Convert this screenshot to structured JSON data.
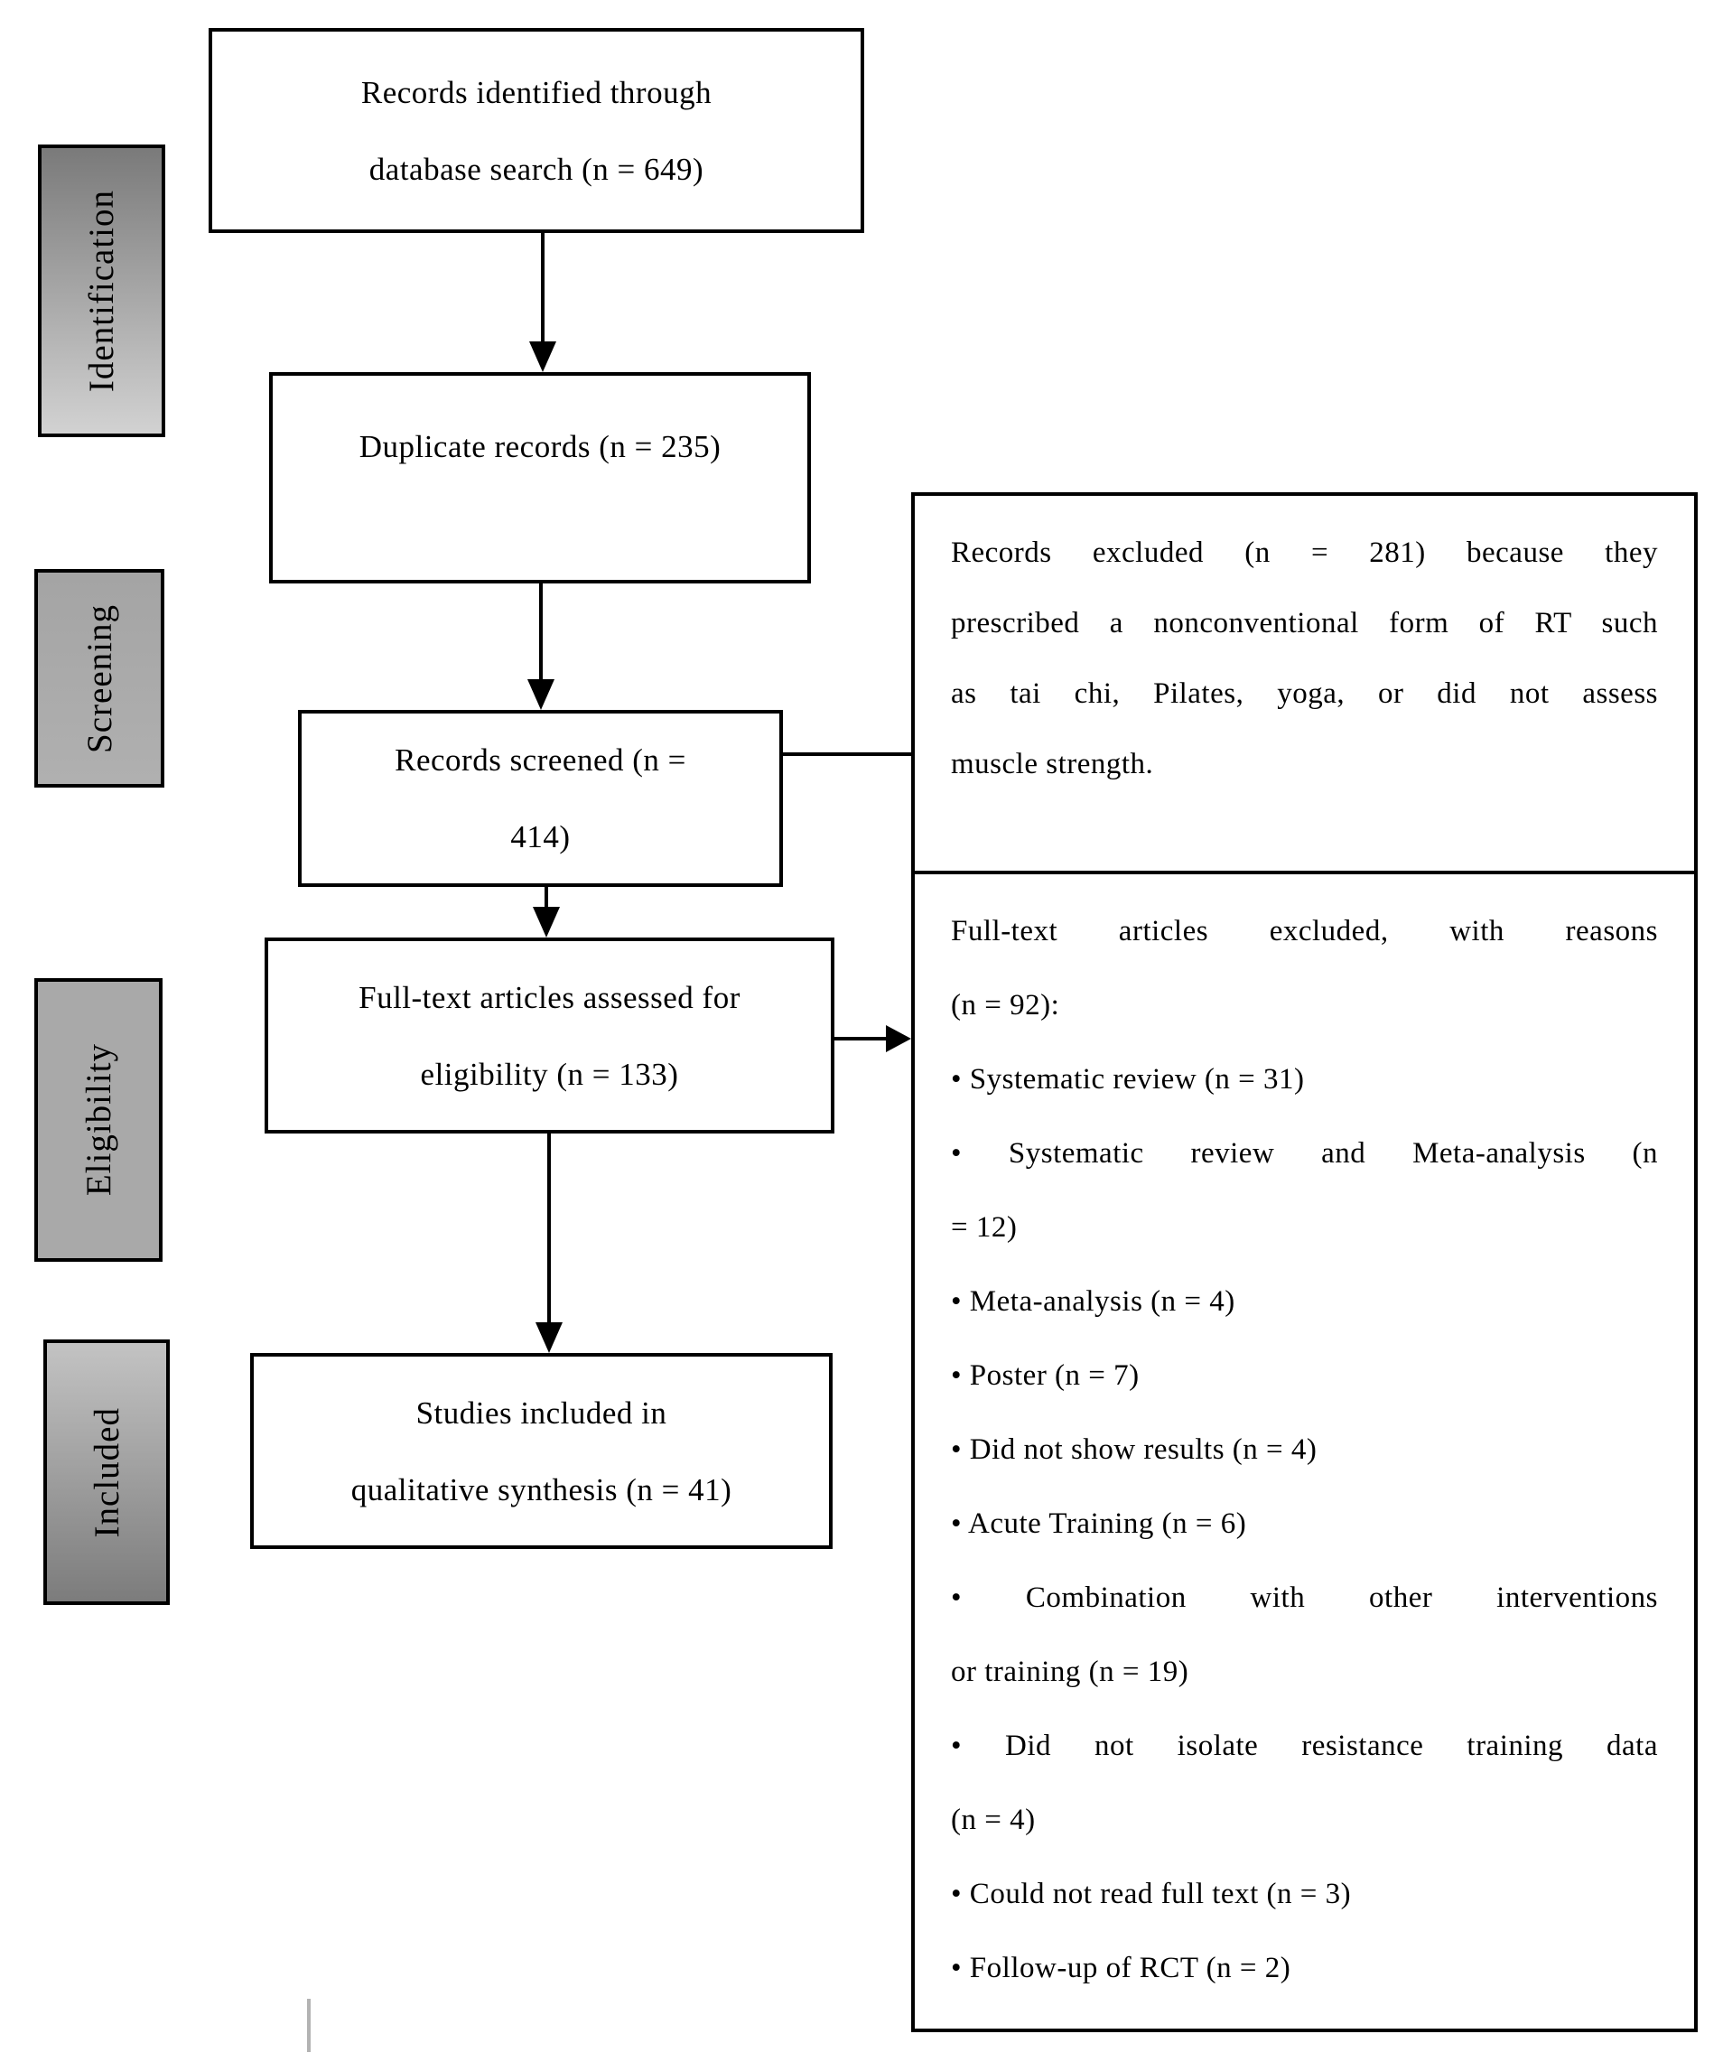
{
  "figure": {
    "type": "prisma-flow-diagram"
  },
  "colors": {
    "background": "#ffffff",
    "text": "#000000",
    "box_border": "#000000",
    "rail_identification_top": "#7a7a7a",
    "rail_identification_bottom": "#d2d2d2",
    "rail_screening_fill": "#ababab",
    "rail_eligibility_fill": "#a9a9a9",
    "rail_included_top": "#c3c3c3",
    "rail_included_bottom": "#7c7c7c",
    "stray_line": "#b3b3b3"
  },
  "rail": {
    "items": [
      {
        "label": "Identification"
      },
      {
        "label": "Screening"
      },
      {
        "label": "Eligibility"
      },
      {
        "label": "Included"
      }
    ]
  },
  "flow": {
    "box1": {
      "lines": [
        "Records identified through",
        "database search (n = 649)"
      ]
    },
    "box2": {
      "lines": [
        "Duplicate records (n = 235)"
      ]
    },
    "box3": {
      "lines": [
        "Records screened (n =",
        "414)"
      ]
    },
    "box4": {
      "lines": [
        "Full-text articles assessed for",
        "eligibility (n = 133)"
      ]
    },
    "box5": {
      "lines": [
        "Studies included in",
        "qualitative synthesis (n = 41)"
      ]
    }
  },
  "right_top": {
    "lines": [
      "Records excluded (n = 281) because they",
      "prescribed a nonconventional form of RT such",
      "as tai chi, Pilates, yoga, or did not assess",
      "muscle strength."
    ]
  },
  "right_bottom": {
    "lines": [
      "Full-text articles excluded, with reasons",
      "(n = 92):",
      "• Systematic review (n = 31)",
      "• Systematic review and Meta-analysis (n",
      "= 12)",
      "• Meta-analysis (n = 4)",
      "• Poster (n = 7)",
      "• Did not show results (n = 4)",
      "• Acute Training (n = 6)",
      "• Combination with other interventions",
      "or training (n = 19)",
      "• Did not isolate resistance training data",
      "(n = 4)",
      "• Could not read full text (n = 3)",
      "• Follow-up of RCT (n = 2)"
    ]
  }
}
